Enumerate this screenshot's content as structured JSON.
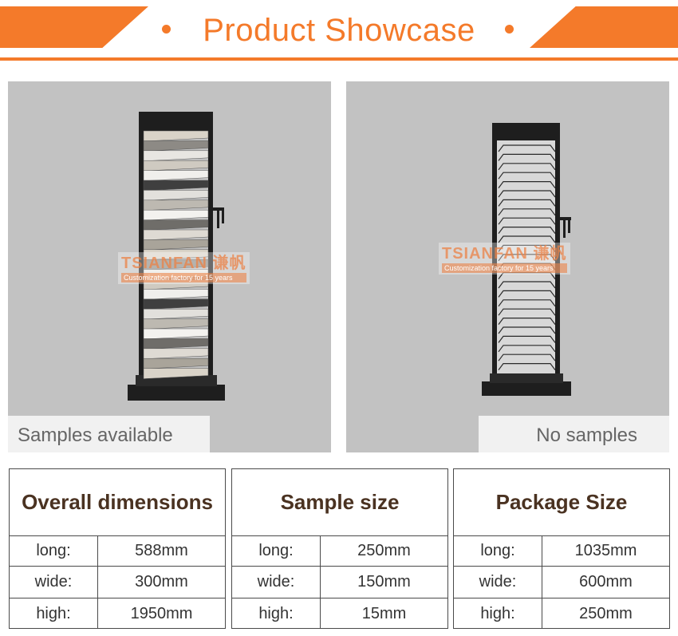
{
  "header": {
    "title": "Product Showcase"
  },
  "panels": [
    {
      "caption": "Samples available",
      "watermark_brand": "TSIANFAN 谦帆",
      "watermark_tag": "Customization factory for 15 years"
    },
    {
      "caption": "No samples",
      "watermark_brand": "TSIANFAN 谦帆",
      "watermark_tag": "Customization factory for 15 years"
    }
  ],
  "tables": [
    {
      "title": "Overall dimensions",
      "rows": [
        {
          "label": "long:",
          "value": "588mm"
        },
        {
          "label": "wide:",
          "value": "300mm"
        },
        {
          "label": "high:",
          "value": "1950mm"
        }
      ]
    },
    {
      "title": "Sample size",
      "rows": [
        {
          "label": "long:",
          "value": "250mm"
        },
        {
          "label": "wide:",
          "value": "150mm"
        },
        {
          "label": "high:",
          "value": "15mm"
        }
      ]
    },
    {
      "title": "Package Size",
      "rows": [
        {
          "label": "long:",
          "value": "1035mm"
        },
        {
          "label": "wide:",
          "value": "600mm"
        },
        {
          "label": "high:",
          "value": "250mm"
        }
      ]
    }
  ],
  "colors": {
    "accent": "#f47a2a",
    "table_text": "#4a3221",
    "panel_bg": "#c2c2c2"
  }
}
